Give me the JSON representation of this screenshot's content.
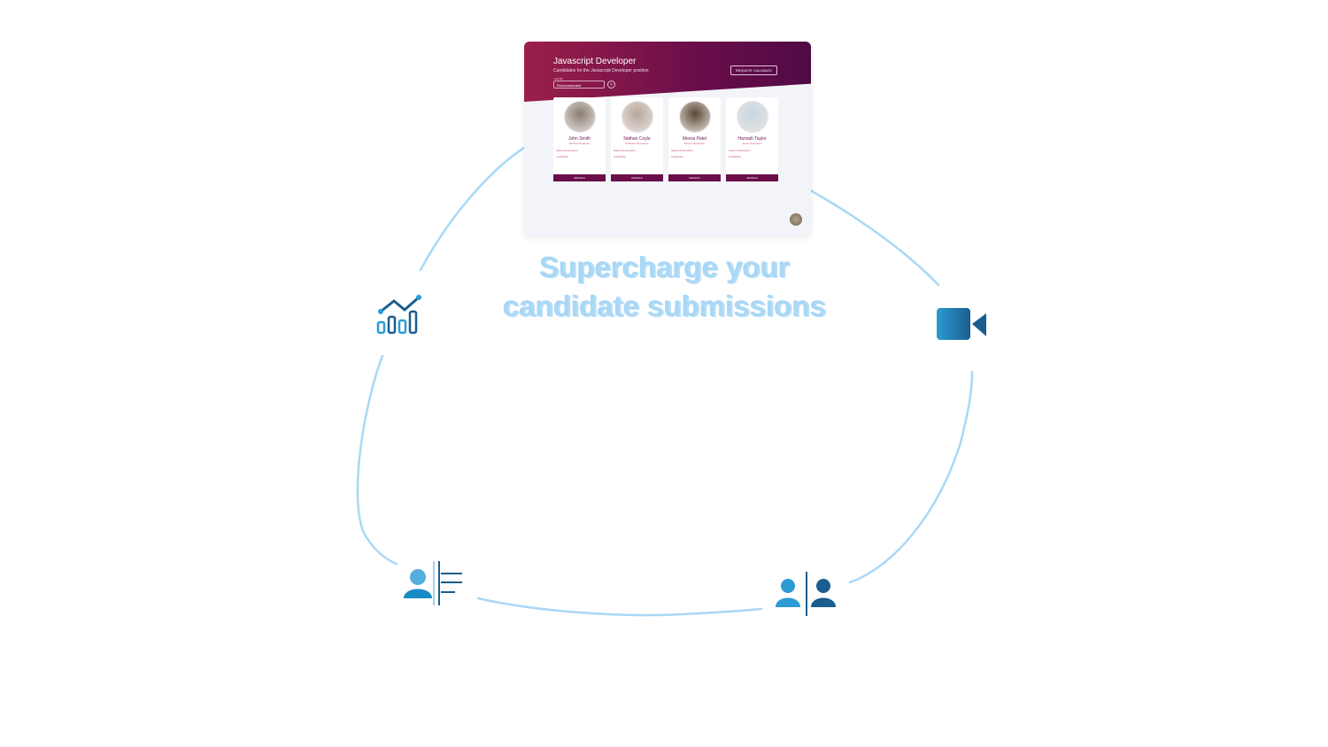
{
  "headline": {
    "line1": "Supercharge your",
    "line2": "candidate submissions"
  },
  "preview": {
    "title": "Javascript Developer",
    "subtitle": "Candidates for the Javascript Developer position",
    "request_button": "REQUEST CALLBACK",
    "sort_label": "Sort By",
    "sort_value": "Recommended",
    "candidates": [
      {
        "name": "John Smith",
        "role": "DevOps Engineer",
        "salary_label": "Salary Expectation",
        "availability_label": "Availability",
        "details": "DETAILS",
        "avatar_color": "#8a7d72"
      },
      {
        "name": "Nathan Coyle",
        "role": "Software Developer",
        "salary_label": "Salary Expectation",
        "availability_label": "Availability",
        "details": "DETAILS",
        "avatar_color": "#b8a79a"
      },
      {
        "name": "Meera Patel",
        "role": "Senior Developer",
        "salary_label": "Salary Expectation",
        "availability_label": "Availability",
        "details": "DETAILS",
        "avatar_color": "#5b4634"
      },
      {
        "name": "Hannah Taylor",
        "role": "Junior Developer",
        "salary_label": "Salary Expectation",
        "availability_label": "Availability",
        "details": "DETAILS",
        "avatar_color": "#c7d6e3"
      }
    ]
  },
  "colors": {
    "ring": "#a9d8f6",
    "icon_dark": "#1a5d8f",
    "icon_light": "#2b9bd3",
    "brand": "#6a0e4a"
  }
}
